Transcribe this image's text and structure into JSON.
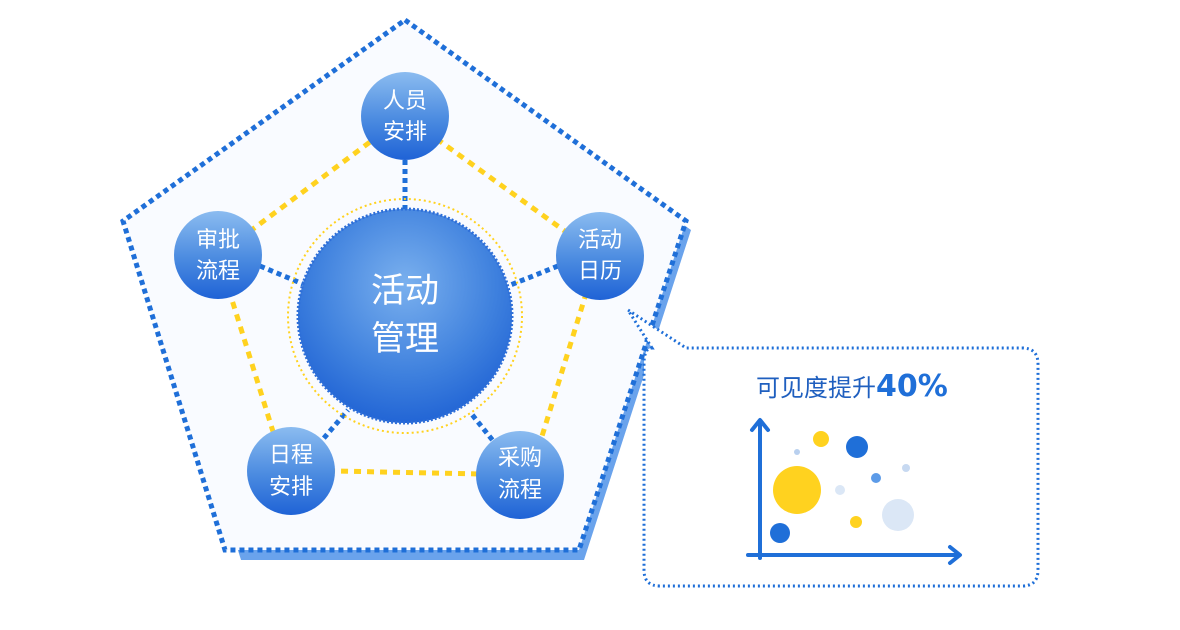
{
  "diagram": {
    "center": {
      "line1": "活动",
      "line2": "管理"
    },
    "nodes": [
      {
        "id": "staffing",
        "line1": "人员",
        "line2": "安排"
      },
      {
        "id": "event-calendar",
        "line1": "活动",
        "line2": "日历"
      },
      {
        "id": "procurement",
        "line1": "采购",
        "line2": "流程"
      },
      {
        "id": "scheduling",
        "line1": "日程",
        "line2": "安排"
      },
      {
        "id": "approval",
        "line1": "审批",
        "line2": "流程"
      }
    ],
    "callout": {
      "label": "可见度提升",
      "value": "40%"
    }
  },
  "colors": {
    "primary_blue": "#1f6fd8",
    "light_blue": "#5c9be8",
    "yellow": "#ffd21f",
    "pale_blue": "#dbe7f6",
    "shadow_blue": "#6aa3ec"
  }
}
